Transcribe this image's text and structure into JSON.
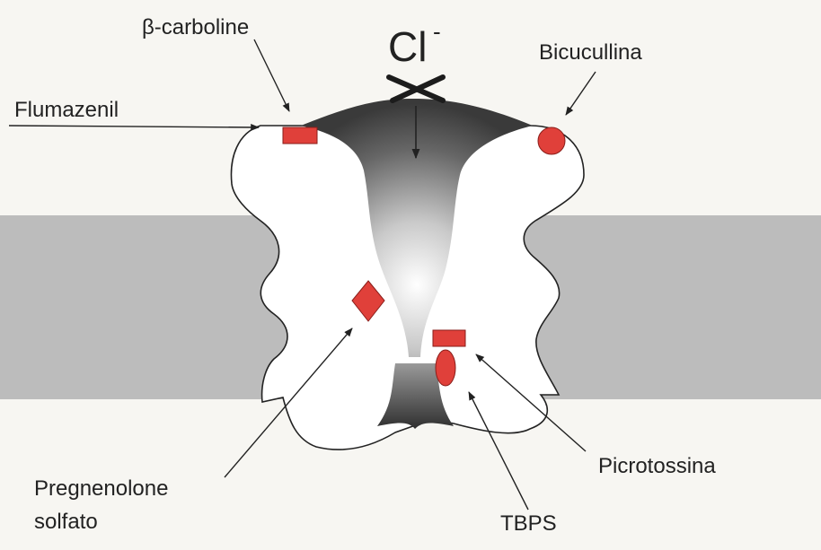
{
  "ion": {
    "symbol": "Cl",
    "charge": "-"
  },
  "labels": {
    "beta_carboline": "β-carboline",
    "flumazenil": "Flumazenil",
    "bicucullina": "Bicucullina",
    "pregnenolone_line1": "Pregnenolone",
    "pregnenolone_line2": "solfato",
    "picrotossina": "Picrotossina",
    "tbps": "TBPS"
  },
  "colors": {
    "membrane": "#bcbcbc",
    "site_marker": "#e0403a",
    "channel_dark": "#3e3e3e",
    "background": "#f7f6f2"
  }
}
